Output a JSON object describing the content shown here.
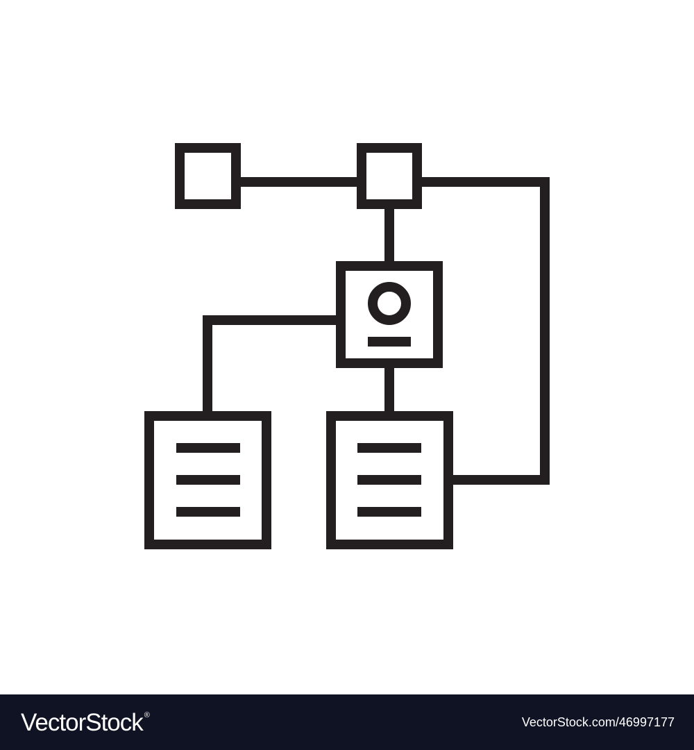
{
  "colors": {
    "background": "#ffffff",
    "stroke": "#231f20",
    "footer_background": "#101323",
    "footer_text": "#ffffff"
  },
  "diagram": {
    "icon": "workflow-flowchart-icon",
    "nodes": [
      {
        "id": "top-left-square",
        "shape": "square"
      },
      {
        "id": "top-center-square",
        "shape": "square"
      },
      {
        "id": "center-user-card",
        "shape": "profile-card"
      },
      {
        "id": "bottom-left-document",
        "shape": "document",
        "lines": 3
      },
      {
        "id": "bottom-right-document",
        "shape": "document",
        "lines": 3
      }
    ],
    "edges": [
      {
        "from": "top-left-square",
        "to": "top-center-square"
      },
      {
        "from": "top-center-square",
        "to": "center-user-card"
      },
      {
        "from": "center-user-card",
        "to": "bottom-left-document"
      },
      {
        "from": "center-user-card",
        "to": "bottom-right-document"
      },
      {
        "from": "top-center-square",
        "to": "bottom-right-document"
      }
    ]
  },
  "footer": {
    "brand": "VectorStock",
    "brand_mark": "®",
    "image_id": "VectorStock.com/46997177"
  }
}
